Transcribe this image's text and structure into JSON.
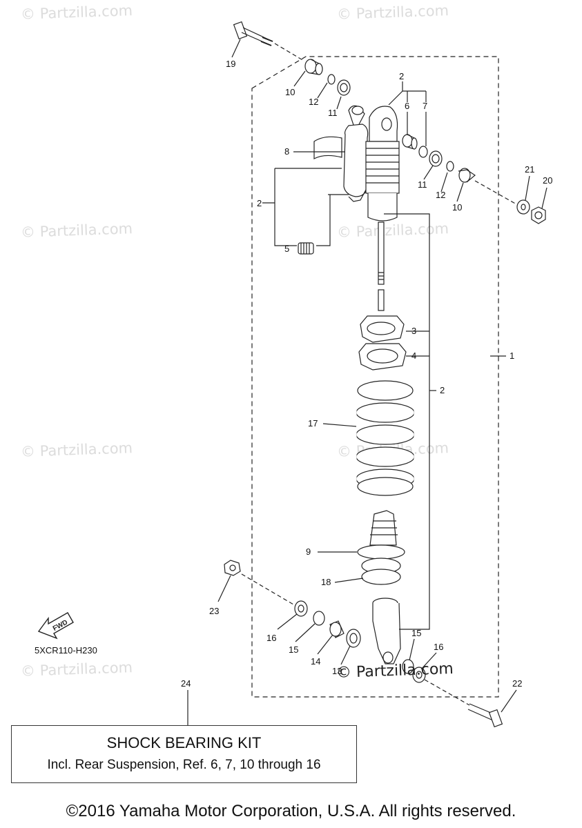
{
  "watermarks": {
    "text": "© Partzilla.com",
    "center": "© Partzilla.com"
  },
  "diagram_code": "5XCR110-H230",
  "fwd_label": "FWD",
  "callouts": {
    "c1": "1",
    "c2a": "2",
    "c2b": "2",
    "c2c": "2",
    "c3": "3",
    "c4": "4",
    "c5": "5",
    "c6": "6",
    "c7": "7",
    "c8": "8",
    "c9": "9",
    "c10a": "10",
    "c10b": "10",
    "c11a": "11",
    "c11b": "11",
    "c12a": "12",
    "c12b": "12",
    "c13": "13",
    "c14": "14",
    "c15a": "15",
    "c15b": "15",
    "c16a": "16",
    "c16b": "16",
    "c17": "17",
    "c18": "18",
    "c19": "19",
    "c20": "20",
    "c21": "21",
    "c22": "22",
    "c23": "23",
    "c24": "24"
  },
  "kit": {
    "title": "SHOCK BEARING KIT",
    "subtitle": "Incl. Rear Suspension, Ref. 6, 7, 10 through 16"
  },
  "copyright": "©2016 Yamaha Motor Corporation, U.S.A. All rights reserved."
}
